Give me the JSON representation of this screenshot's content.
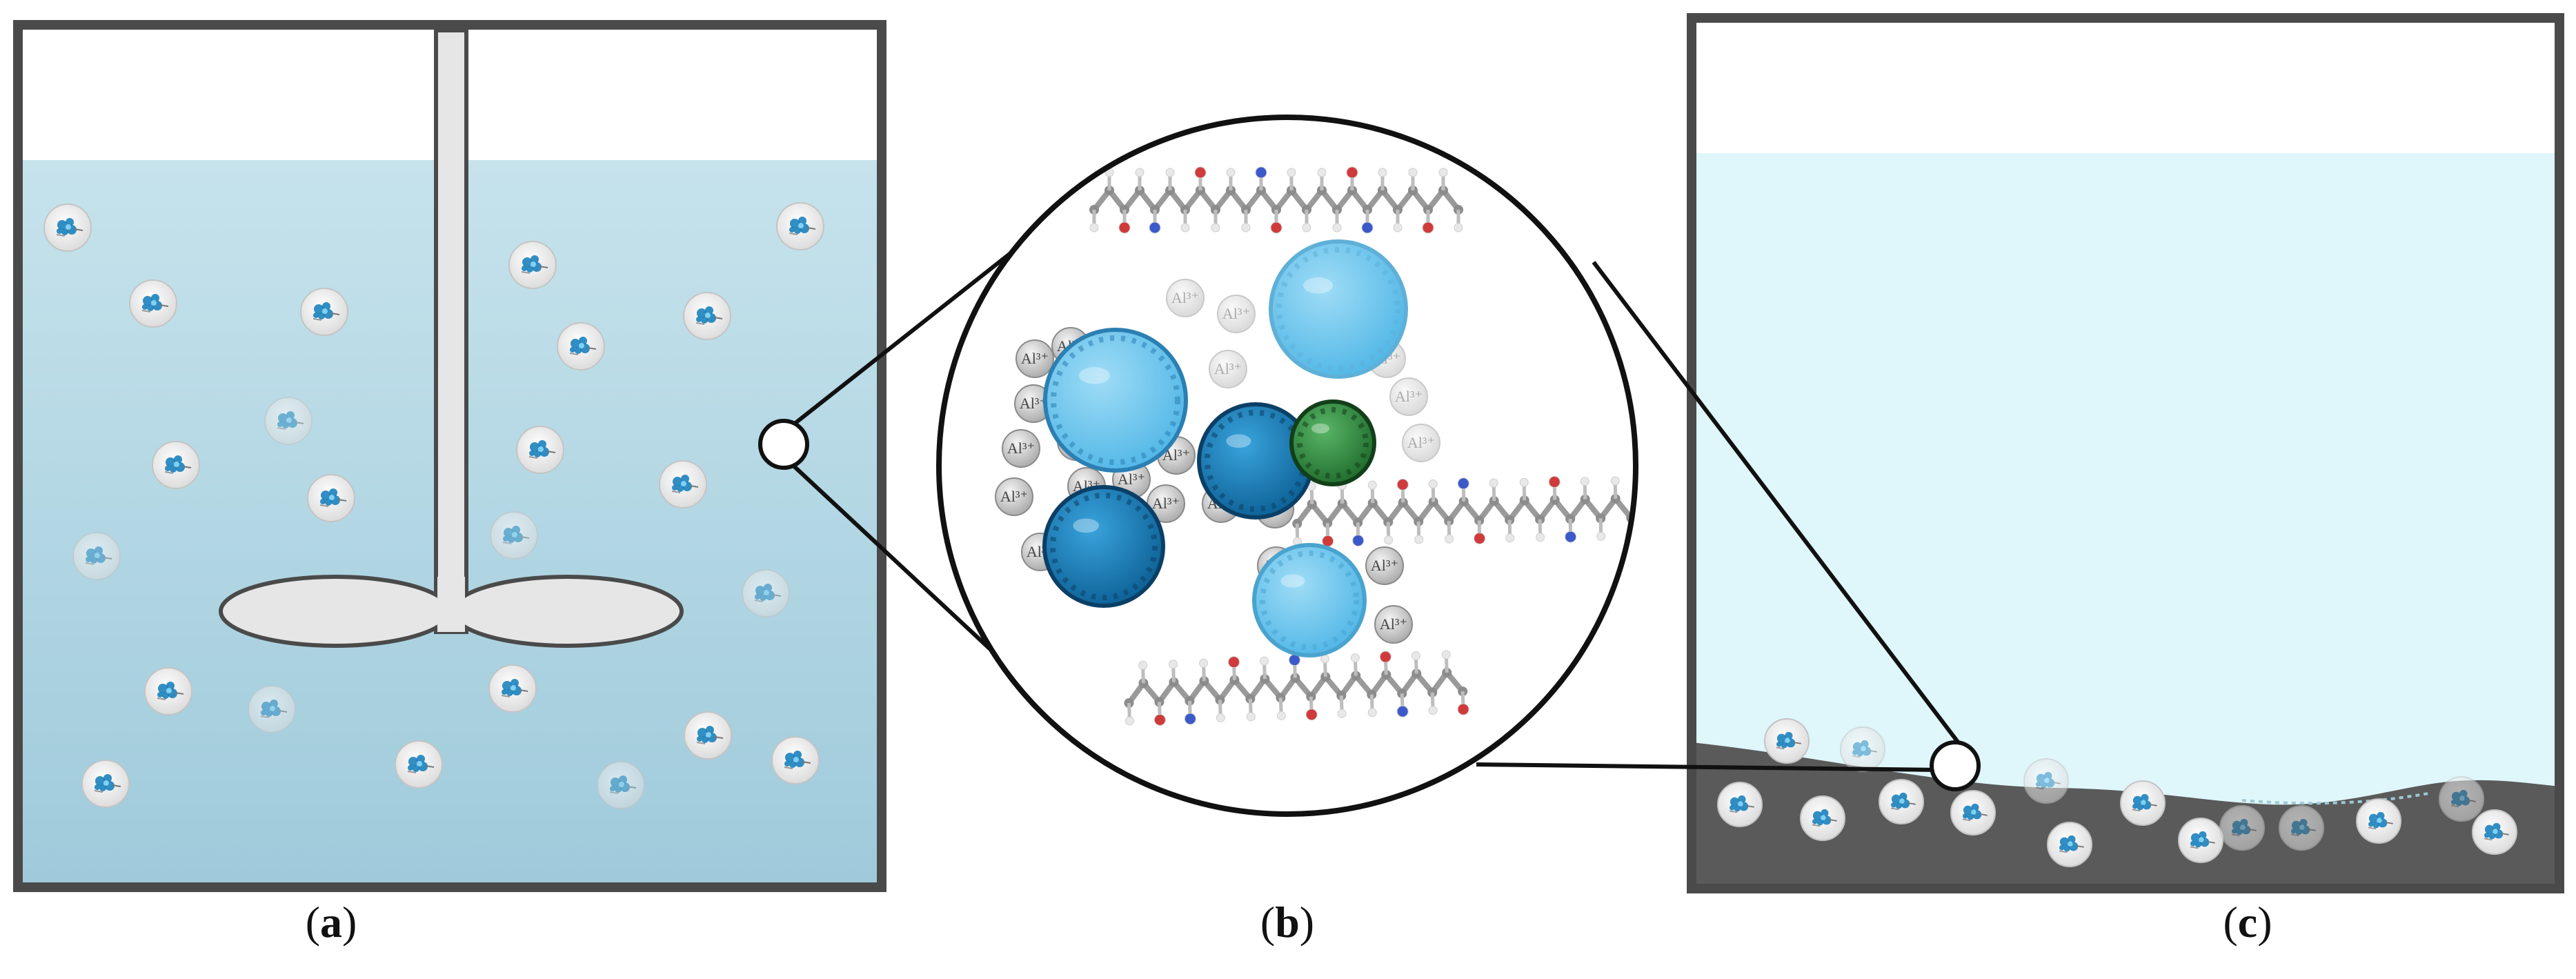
{
  "panels": {
    "a": {
      "open": "(",
      "letter": "a",
      "close": ")"
    },
    "b": {
      "open": "(",
      "letter": "b",
      "close": ")"
    },
    "c": {
      "open": "(",
      "letter": "c",
      "close": ")"
    }
  },
  "ion_label": "Al³⁺",
  "colors": {
    "tank_frame": "#4a4a4a",
    "liquid_a_top": "#c6e3ec",
    "liquid_a_bottom": "#9fcadb",
    "liquid_c": "#dff6fb",
    "sediment": "#5a5a5a",
    "impeller": "#e6e6e6",
    "floc_blue_dark": "#0e7ab8",
    "floc_blue_light": "#5ec4ef",
    "floc_green": "#2f8a3f",
    "ion_gray": "#cfcfcf",
    "polymer_carbon": "#9a9a9a",
    "polymer_oxygen": "#d03a3a",
    "polymer_nitrogen": "#3b59c9"
  }
}
